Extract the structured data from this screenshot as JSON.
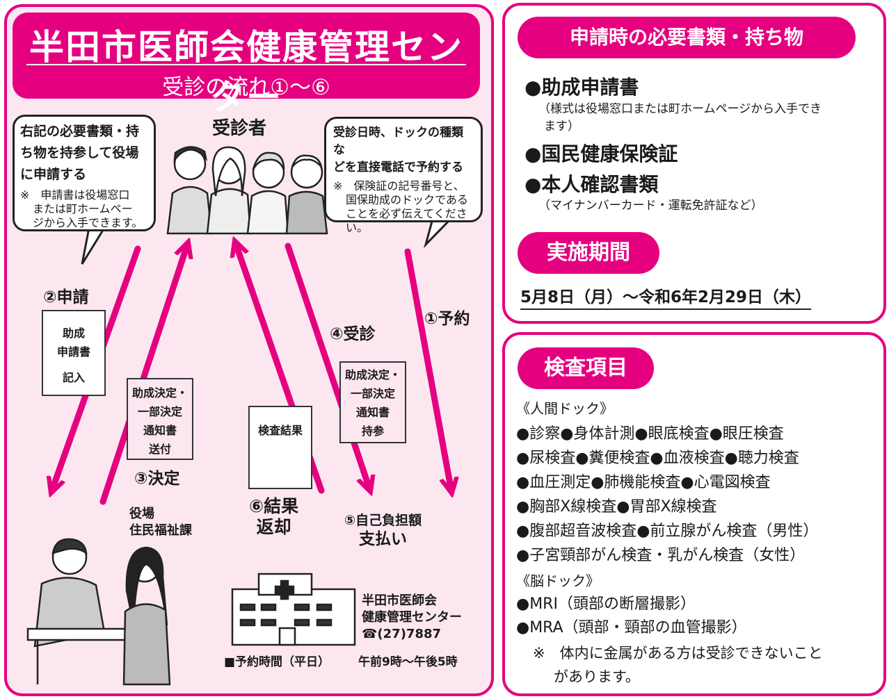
{
  "flow": {
    "title": "半田市医師会健康管理センター",
    "subtitle": "受診の流れ①～⑥",
    "patients_label": "受診者",
    "left_bubble": {
      "lines": [
        "右記の必要書類・持",
        "ち物を持参して役場",
        "に申請する"
      ],
      "note": [
        "※　申請書は役場窓口",
        "または町ホームペー",
        "ジから入手できます。"
      ]
    },
    "right_bubble": {
      "lines": [
        "受診日時、ドックの種類な",
        "どを直接電話で予約する"
      ],
      "note": [
        "※　保険証の記号番号と、",
        "国保助成のドックである",
        "ことを必ず伝えてくださ",
        "い。"
      ]
    },
    "step2": "②申請",
    "step3": "③決定",
    "step4": "④受診",
    "step1": "①予約",
    "step6": [
      "⑥結果",
      "返却"
    ],
    "step5": [
      "⑤自己負担額",
      "支払い"
    ],
    "paper_apply": [
      "助成",
      "申請書",
      "",
      "記入"
    ],
    "paper_decision": [
      "助成決定・",
      "一部決定",
      "通知書",
      "送付"
    ],
    "paper_result": "検査結果",
    "paper_bring": [
      "助成決定・",
      "一部決定",
      "通知書",
      "持参"
    ],
    "office_label": [
      "役場",
      "住民福祉課"
    ],
    "center": {
      "lines": [
        "半田市医師会",
        "健康管理センター",
        "☎(27)7887"
      ]
    },
    "hours": {
      "label": "■予約時間（平日）",
      "value": "午前9時～午後5時"
    }
  },
  "documents": {
    "header": "申請時の必要書類・持ち物",
    "items": [
      {
        "title": "●助成申請書",
        "note": [
          "（様式は役場窓口または町ホームページから入手でき",
          "ます）"
        ]
      },
      {
        "title": "●国民健康保険証",
        "note": []
      },
      {
        "title": "●本人確認書類",
        "note": [
          "（マイナンバーカード・運転免許証など）"
        ]
      }
    ],
    "period_header": "実施期間",
    "period": "5月8日（月）～令和6年2月29日（木）"
  },
  "exams": {
    "header": "検査項目",
    "lines": [
      "《人間ドック》",
      "●診察●身体計測●眼底検査●眼圧検査",
      "●尿検査●糞便検査●血液検査●聴力検査",
      "●血圧測定●肺機能検査●心電図検査",
      "●胸部X線検査●胃部X線検査",
      "●腹部超音波検査●前立腺がん検査（男性）",
      "●子宮頸部がん検査・乳がん検査（女性）",
      "《脳ドック》",
      "●MRI（頭部の断層撮影）",
      "●MRA（頭部・頸部の血管撮影）"
    ],
    "note": [
      "※　体内に金属がある方は受診できないこと",
      "があります。"
    ]
  },
  "colors": {
    "accent": "#e5007f",
    "panel_bg": "#fce7f1"
  }
}
